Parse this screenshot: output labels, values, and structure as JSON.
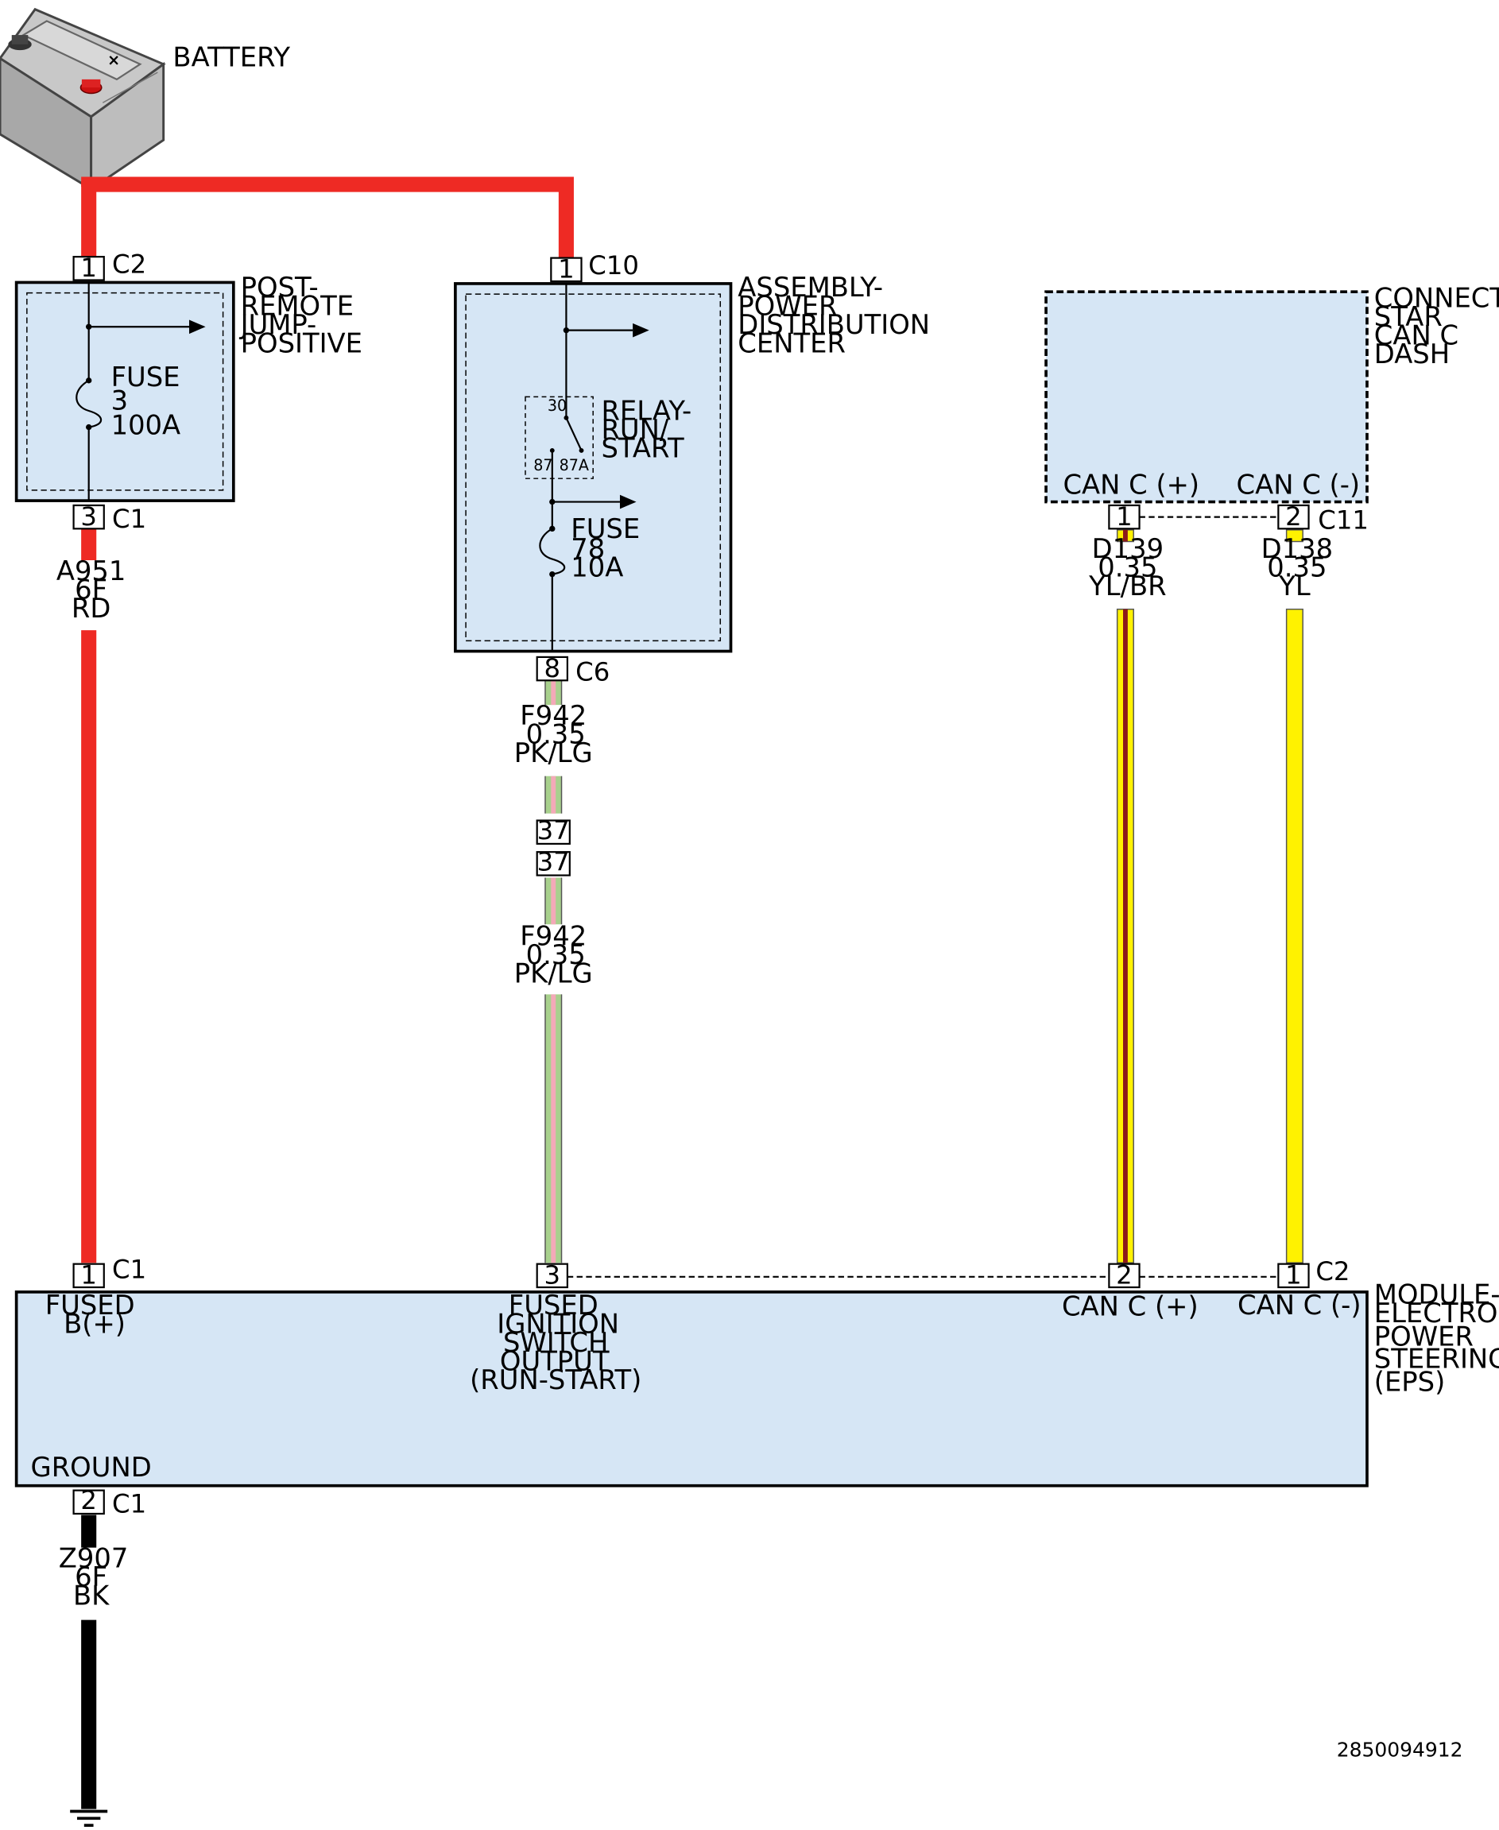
{
  "battery": {
    "label": "BATTERY"
  },
  "jump_post": {
    "label": [
      "POST-",
      "REMOTE",
      "JUMP-",
      "POSITIVE"
    ],
    "in_pin": "1",
    "in_conn": "C2",
    "out_pin": "3",
    "out_conn": "C1",
    "fuse": [
      "FUSE",
      "3",
      "100A"
    ]
  },
  "pdc": {
    "label": [
      "ASSEMBLY-",
      "POWER",
      "DISTRIBUTION",
      "CENTER"
    ],
    "in_pin": "1",
    "in_conn": "C10",
    "out_pin": "8",
    "out_conn": "C6",
    "relay": [
      "RELAY-",
      "RUN/",
      "START"
    ],
    "relay_pin_30": "30",
    "relay_pin_87": "87",
    "relay_pin_87a": "87A",
    "fuse": [
      "FUSE",
      "78",
      "10A"
    ]
  },
  "star_connector": {
    "label": [
      "CONNECTOR-",
      "STAR",
      "CAN C",
      "DASH"
    ],
    "pin_plus_label": "CAN C (+)",
    "pin_minus_label": "CAN C (-)",
    "pin_plus": "1",
    "pin_minus": "2",
    "conn": "C11"
  },
  "wires": {
    "a951": [
      "A951",
      "6F",
      "RD"
    ],
    "f942_upper": [
      "F942",
      "0.35",
      "PK/LG"
    ],
    "f942_lower": [
      "F942",
      "0.35",
      "PK/LG"
    ],
    "inline_pin_top": "37",
    "inline_pin_bottom": "37",
    "d139": [
      "D139",
      "0.35",
      "YL/BR"
    ],
    "d138": [
      "D138",
      "0.35",
      "YL"
    ],
    "z907": [
      "Z907",
      "6F",
      "BK"
    ]
  },
  "eps": {
    "label": [
      "MODULE-",
      "ELECTRONIC",
      "POWER",
      "STEERING",
      "(EPS)"
    ],
    "pin1": "1",
    "pin1_conn": "C1",
    "pin1_label": [
      "FUSED",
      "B(+)"
    ],
    "pin3": "3",
    "pin3_label": [
      "FUSED",
      "IGNITION",
      "SWITCH",
      "OUTPUT",
      "(RUN-START)"
    ],
    "pin2": "2",
    "pin2_label": "CAN C (+)",
    "pin_c2_1": "1",
    "pin_c2_conn": "C2",
    "pin_c2_1_label": "CAN C (-)",
    "gnd_pin": "2",
    "gnd_conn": "C1",
    "gnd_label": "GROUND"
  },
  "figure_id": "2850094912",
  "colors": {
    "red_wire": "#ee2a24",
    "yellow_wire": "#fff200",
    "brown_tracer": "#8b1a1a",
    "pink": "#f4a9b8",
    "light_green": "#a8d08d",
    "component_fill": "#d6e6f5",
    "black": "#000000"
  }
}
